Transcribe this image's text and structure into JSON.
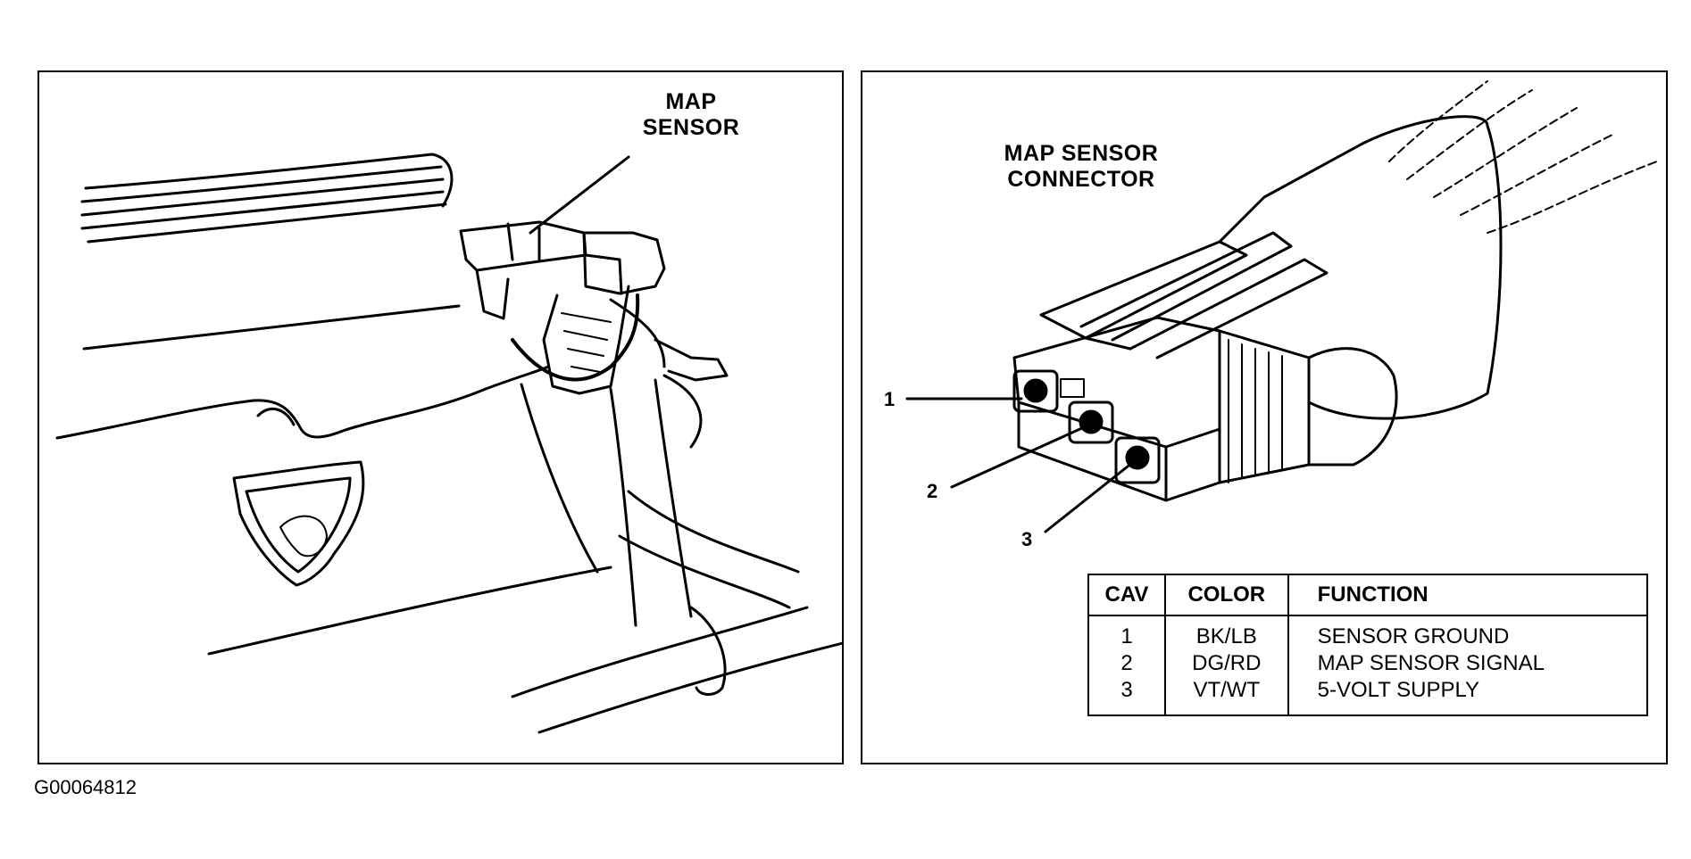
{
  "left_panel": {
    "callout": [
      "MAP",
      "SENSOR"
    ]
  },
  "right_panel": {
    "callout": [
      "MAP SENSOR",
      "CONNECTOR"
    ],
    "pins": [
      "1",
      "2",
      "3"
    ],
    "table": {
      "headers": [
        "CAV",
        "COLOR",
        "FUNCTION"
      ],
      "rows": [
        [
          "1",
          "BK/LB",
          "SENSOR GROUND"
        ],
        [
          "2",
          "DG/RD",
          "MAP SENSOR SIGNAL"
        ],
        [
          "3",
          "VT/WT",
          "5-VOLT SUPPLY"
        ]
      ]
    }
  },
  "figure_id": "G00064812"
}
